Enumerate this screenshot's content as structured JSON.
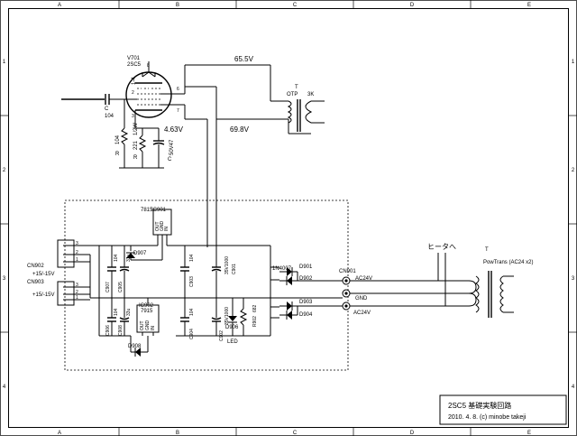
{
  "frame": {
    "cols": [
      "A",
      "B",
      "C",
      "D",
      "E"
    ],
    "rows": [
      "1",
      "2",
      "3",
      "4"
    ]
  },
  "tube": {
    "ref": "V701",
    "type": "2SC5",
    "filament": "1-4",
    "pins": [
      "2",
      "3",
      "6",
      "7",
      "8"
    ]
  },
  "input_cap": {
    "ref": "C",
    "value": "104"
  },
  "grid_resistor": {
    "ref": "R",
    "value": "104"
  },
  "cathode_resistor": {
    "ref": "R",
    "value": "221",
    "power": "1/2W"
  },
  "cathode_cap": {
    "ref": "C",
    "value": "50V47"
  },
  "voltages": {
    "cathode": "4.63V",
    "plate": "65.5V",
    "screen": "69.8V"
  },
  "output_transformer": {
    "ref": "T",
    "name": "OTP",
    "value": "3K"
  },
  "regulator_positive": {
    "ref": "IC901",
    "type": "7815",
    "pins": [
      "OUT",
      "GND",
      "IN"
    ]
  },
  "regulator_negative": {
    "ref": "IC902",
    "type": "7915",
    "pins": [
      "OUT",
      "GND",
      "IN"
    ]
  },
  "connectors": {
    "cn902": {
      "ref": "CN902",
      "label": "+15/-15V",
      "pins": [
        "3",
        "2",
        "1"
      ]
    },
    "cn903": {
      "ref": "CN903",
      "label": "+15/-15V",
      "pins": [
        "3",
        "2",
        "1"
      ]
    },
    "cn901": {
      "ref": "CN901",
      "ac1": "AC24V",
      "gnd": "GND",
      "ac2": "AC24V"
    }
  },
  "caps": {
    "c907": "C907",
    "c905": "C905",
    "c906": "C906",
    "c908": "C908",
    "c903": "C903",
    "c904": "C904",
    "c901": "C901",
    "c902": "C902",
    "v104": "104",
    "v33u": "33u",
    "c901_value": "35V1000",
    "c902_value": "35V1000"
  },
  "diodes": {
    "d907": "D907",
    "d908": "D908",
    "d901": "D901",
    "d902": "D902",
    "d903": "D903",
    "d904": "D904",
    "d906": "D906",
    "type": "1N4007",
    "led": "LED"
  },
  "led_resistor": {
    "ref": "R902",
    "value": "682"
  },
  "heater_label": "ヒータへ",
  "power_transformer": {
    "ref": "T",
    "label": "PowTrans (AC24 x2)"
  },
  "title_block": {
    "title": "2SC5 基礎実験回路",
    "date": "2010. 4. 8. (c) minobe takeji"
  }
}
